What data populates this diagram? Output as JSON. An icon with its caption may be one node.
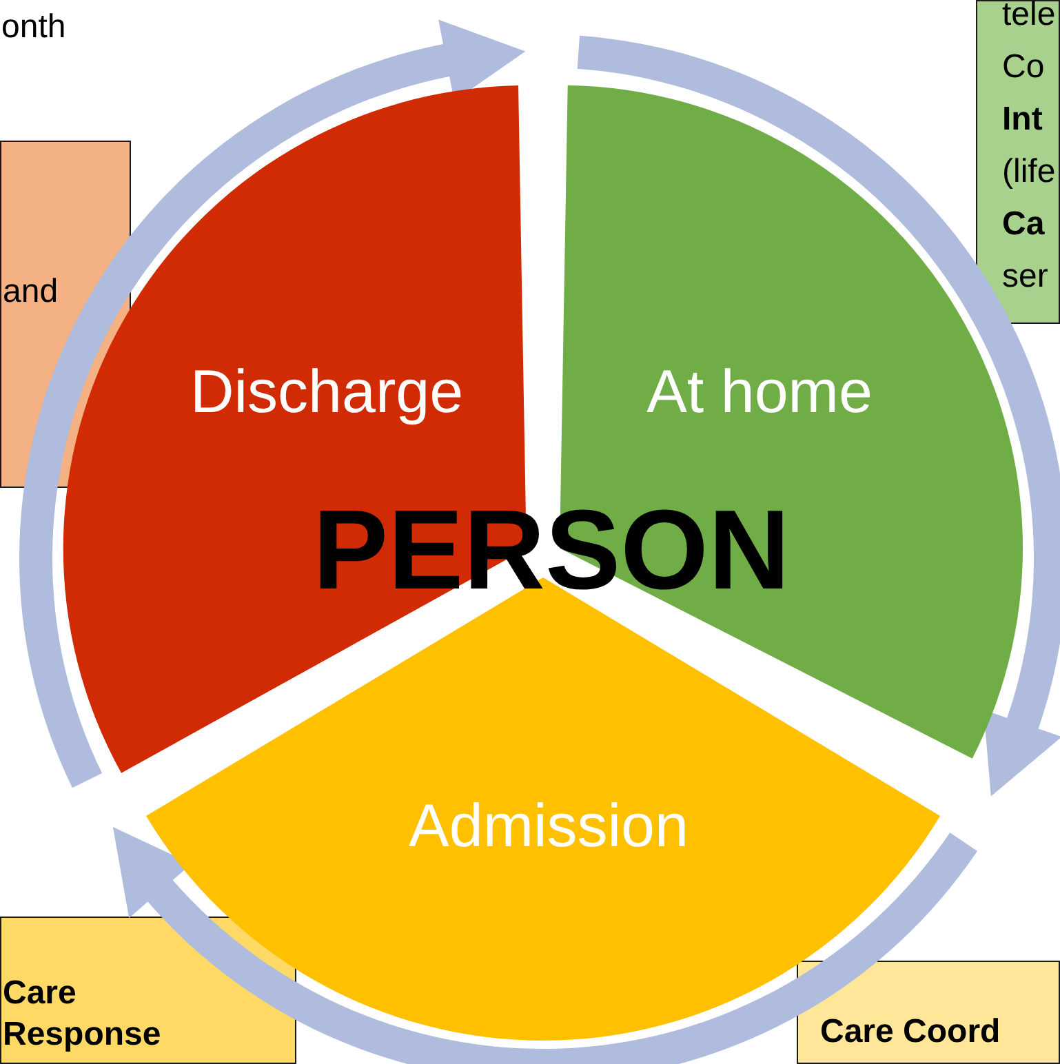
{
  "diagram": {
    "nodes": [
      {
        "text": [
          "Discharge"
        ]
      },
      {
        "text": [
          "At home"
        ]
      },
      {
        "text": [
          "PERSON"
        ]
      },
      {
        "text": [
          "Admission"
        ]
      },
      {
        "text": [
          "and"
        ]
      },
      {
        "text": [
          "tele Co **Int** (life **Ca** ser"
        ]
      },
      {
        "text": [
          "Care Response"
        ]
      },
      {
        "text": [
          "Care Coord"
        ]
      }
    ],
    "edges": [
      {
        "from": 0,
        "to": 1,
        "arrow": "to"
      },
      {
        "from": 1,
        "to": 3,
        "arrow": "to"
      },
      {
        "from": 3,
        "to": 0,
        "arrow": "to"
      }
    ],
    "labels": [
      "onth"
    ]
  }
}
